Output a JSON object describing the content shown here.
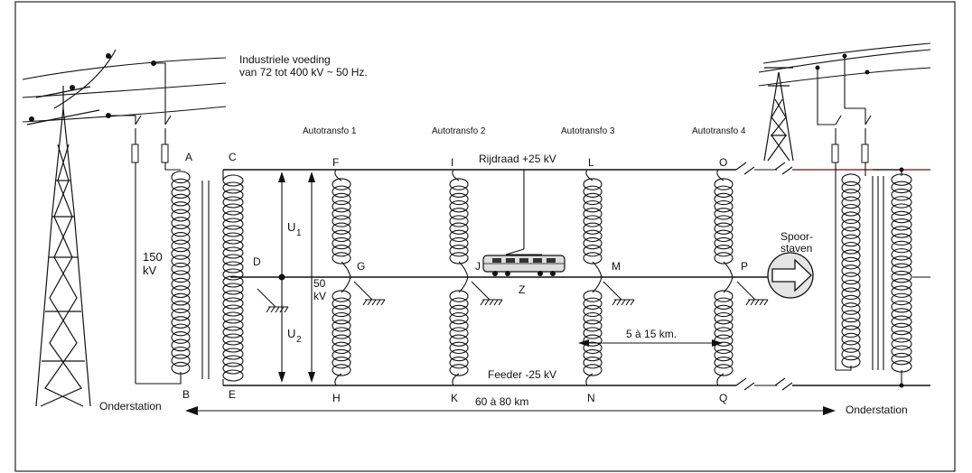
{
  "supply": {
    "line1": "Industriele voeding",
    "line2": "van 72 tot 400 kV ~ 50 Hz."
  },
  "autotransformers": [
    "Autotransfo 1",
    "Autotransfo 2",
    "Autotransfo 3",
    "Autotransfo 4"
  ],
  "conductors": {
    "contact_wire": "Rijdraad +25 kV",
    "feeder": "Feeder -25 kV",
    "rails_line1": "Spoor-",
    "rails_line2": "staven"
  },
  "voltages": {
    "primary_line1": "150",
    "primary_line2": "kV",
    "secondary_line1": "50",
    "secondary_line2": "kV",
    "u1_main": "U",
    "u1_sub": "1",
    "u2_main": "U",
    "u2_sub": "2"
  },
  "distances": {
    "autotransfo_spacing": "5 à 15 km.",
    "substation_spacing": "60 à 80 km"
  },
  "substations": {
    "left": "Onderstation",
    "right": "Onderstation"
  },
  "points": {
    "A": "A",
    "B": "B",
    "C": "C",
    "D": "D",
    "E": "E",
    "F": "F",
    "G": "G",
    "H": "H",
    "I": "I",
    "J": "J",
    "K": "K",
    "L": "L",
    "M": "M",
    "N": "N",
    "O": "O",
    "P": "P",
    "Q": "Q",
    "Z": "Z"
  },
  "colors": {
    "ink": "#111111",
    "contact_wire_tint": "#7a3b3b",
    "tower_tint": "#5a2e6b"
  }
}
